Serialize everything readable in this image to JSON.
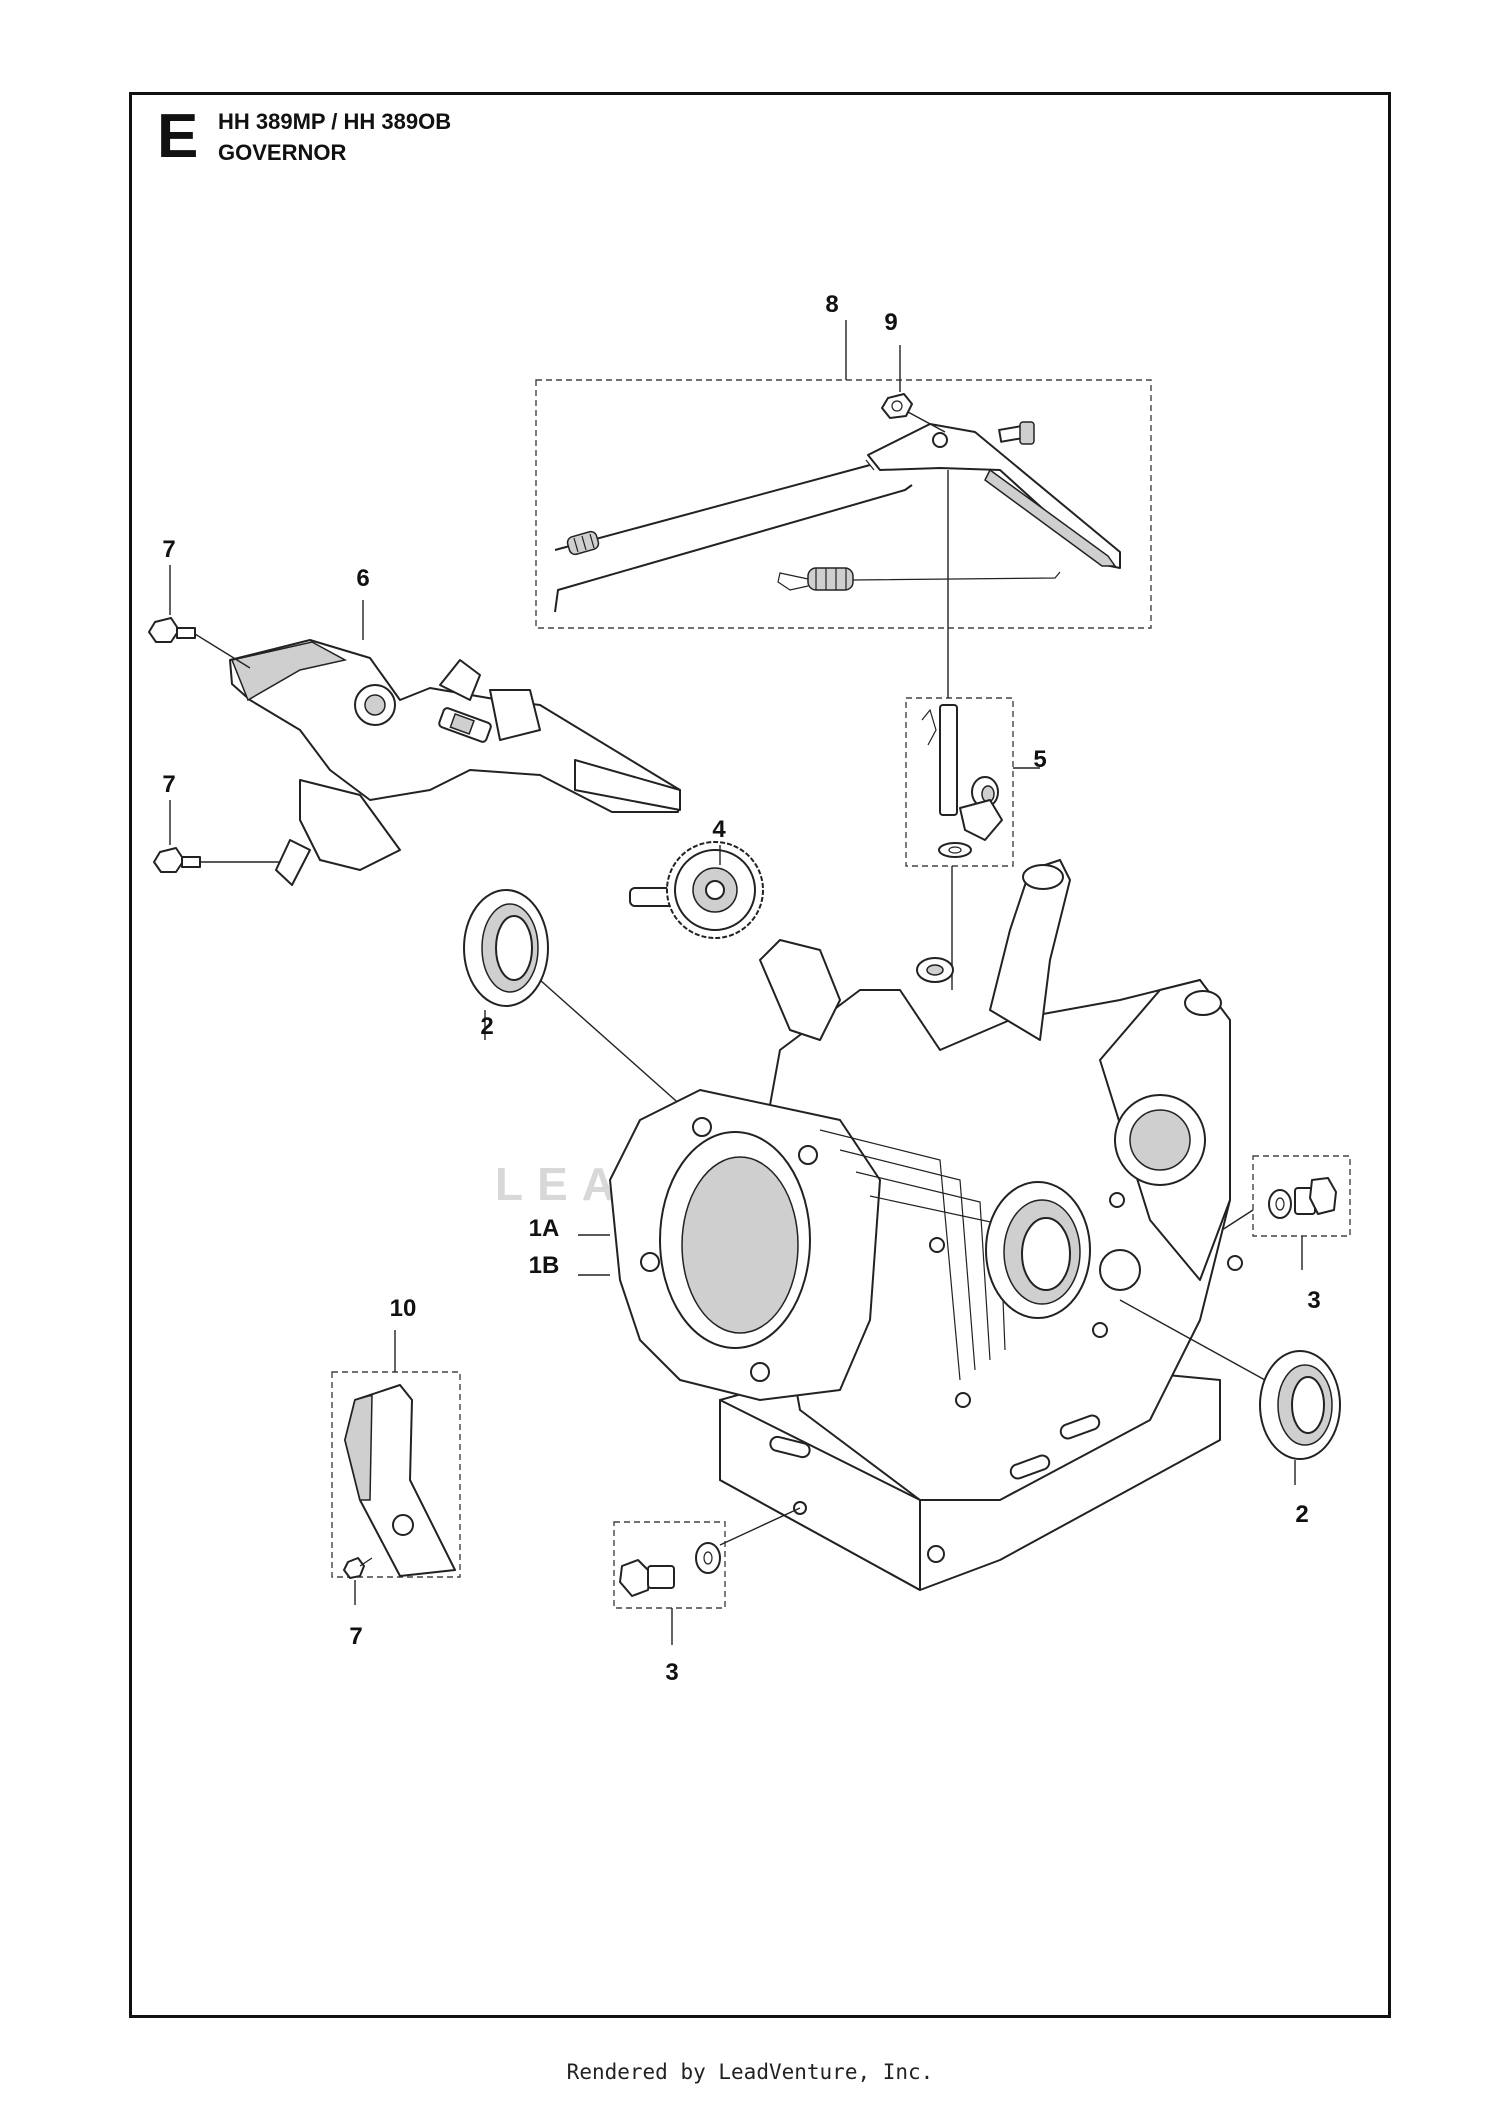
{
  "header": {
    "section_letter": "E",
    "model": "HH 389MP / HH 389OB",
    "title": "GOVERNOR"
  },
  "callouts": [
    {
      "id": "c8",
      "label": "8"
    },
    {
      "id": "c9",
      "label": "9"
    },
    {
      "id": "c7a",
      "label": "7"
    },
    {
      "id": "c6",
      "label": "6"
    },
    {
      "id": "c7b",
      "label": "7"
    },
    {
      "id": "c5",
      "label": "5"
    },
    {
      "id": "c4",
      "label": "4"
    },
    {
      "id": "c2a",
      "label": "2"
    },
    {
      "id": "c1a",
      "label": "1A"
    },
    {
      "id": "c1b",
      "label": "1B"
    },
    {
      "id": "c3a",
      "label": "3"
    },
    {
      "id": "c10",
      "label": "10"
    },
    {
      "id": "c7c",
      "label": "7"
    },
    {
      "id": "c2b",
      "label": "2"
    },
    {
      "id": "c3b",
      "label": "3"
    }
  ],
  "watermark": "LEADVENTURE",
  "footer": "Rendered by LeadVenture, Inc."
}
